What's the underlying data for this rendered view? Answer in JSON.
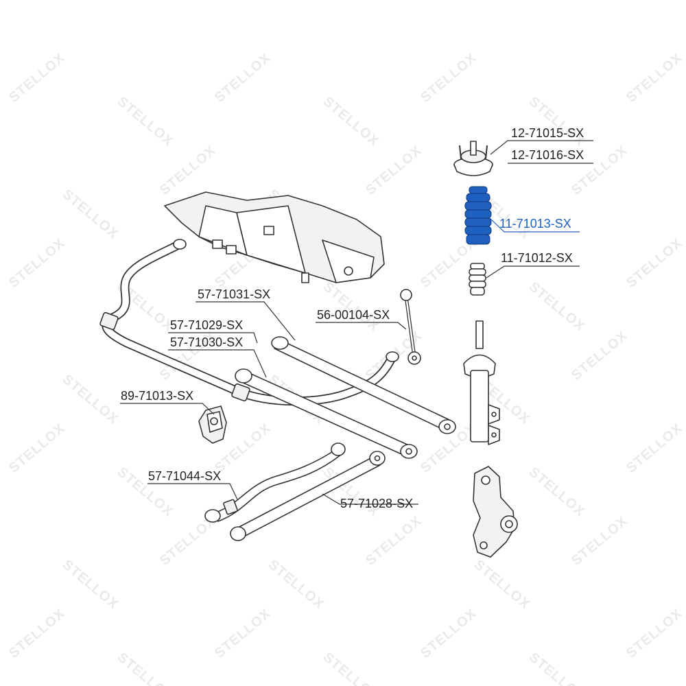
{
  "watermark": {
    "text": "STELLOX"
  },
  "parts": [
    {
      "id": "p1",
      "label": "12-71015-SX",
      "highlight": false
    },
    {
      "id": "p2",
      "label": "12-71016-SX",
      "highlight": false
    },
    {
      "id": "p3",
      "label": "11-71013-SX",
      "highlight": true
    },
    {
      "id": "p4",
      "label": "11-71012-SX",
      "highlight": false
    },
    {
      "id": "p5",
      "label": "57-71031-SX",
      "highlight": false
    },
    {
      "id": "p6",
      "label": "56-00104-SX",
      "highlight": false
    },
    {
      "id": "p7",
      "label": "57-71029-SX",
      "highlight": false
    },
    {
      "id": "p8",
      "label": "57-71030-SX",
      "highlight": false
    },
    {
      "id": "p9",
      "label": "89-71013-SX",
      "highlight": false
    },
    {
      "id": "p10",
      "label": "57-71044-SX",
      "highlight": false
    },
    {
      "id": "p11",
      "label": "57-71028-SX",
      "highlight": false
    }
  ],
  "colors": {
    "highlight": "#1f5fbf",
    "line": "#333333",
    "watermark": "#eaeaea"
  }
}
